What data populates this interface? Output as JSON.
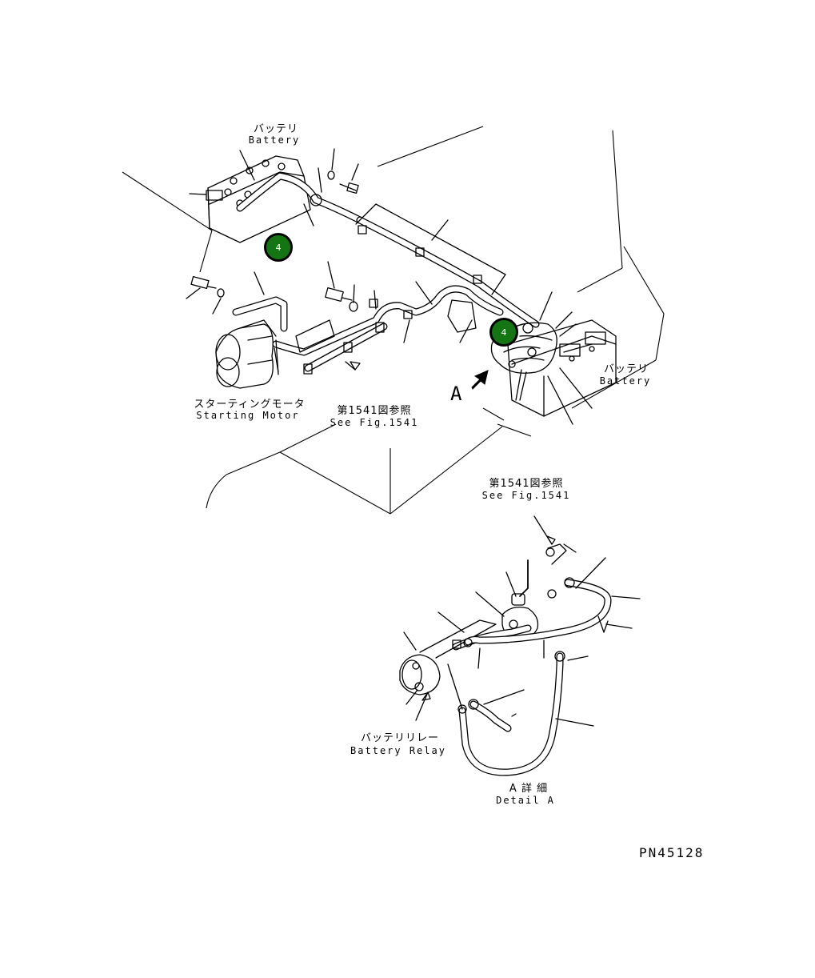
{
  "labels": {
    "battery_top_jp": "バッテリ",
    "battery_top_en": "Battery",
    "starting_motor_jp": "スターティングモータ",
    "starting_motor_en": "Starting Motor",
    "see_fig_top_jp": "第1541図参照",
    "see_fig_top_en": "See Fig.1541",
    "battery_right_jp": "バッテリ",
    "battery_right_en": "Battery",
    "view_letter": "A",
    "see_fig_detail_jp": "第1541図参照",
    "see_fig_detail_en": "See Fig.1541",
    "battery_relay_jp": "バッテリリレー",
    "battery_relay_en": "Battery Relay",
    "detail_jp": "A 詳 細",
    "detail_en": "Detail A",
    "part_number": "PN45128"
  },
  "callouts": [
    {
      "number": "4"
    },
    {
      "number": "4"
    }
  ],
  "colors": {
    "callout_fill": "#137613",
    "line": "#000000",
    "background": "#ffffff"
  }
}
